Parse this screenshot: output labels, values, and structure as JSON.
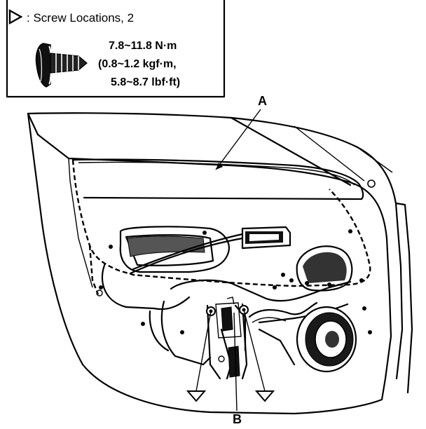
{
  "legend": {
    "marker_symbol": "▷",
    "title": ": Screw Locations, 2",
    "torque_lines": [
      "7.8~11.8 N·m",
      "(0.8~1.2 kgf·m,",
      "5.8~8.7 lbf·ft)"
    ],
    "screw_icon": "screw-icon"
  },
  "callouts": {
    "a": "A",
    "b": "B"
  },
  "colors": {
    "ink": "#000000",
    "paper": "#ffffff"
  }
}
